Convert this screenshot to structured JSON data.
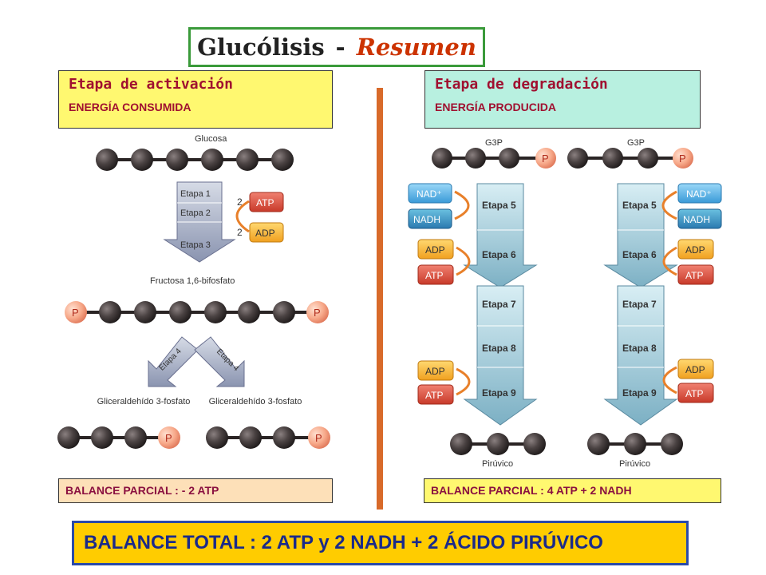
{
  "title": {
    "main": "Glucólisis",
    "dash": "-",
    "accent": "Resumen"
  },
  "activation": {
    "title": "Etapa de activación",
    "subtitle": "ENERGÍA CONSUMIDA",
    "bg": "#fff870"
  },
  "degradation": {
    "title": "Etapa de degradación",
    "subtitle": "ENERGÍA PRODUCIDA",
    "bg": "#b8f0e0"
  },
  "left_diagram": {
    "glucose": "Glucosa",
    "stages": [
      "Etapa 1",
      "Etapa 2",
      "Etapa 3"
    ],
    "atp_count": "2",
    "atp": "ATP",
    "adp_count": "2",
    "adp": "ADP",
    "fructose": "Fructosa 1,6-bifosfato",
    "phosphate": "P",
    "stage4": "Etapa 4",
    "product": "Gliceraldehído 3-fosfato"
  },
  "right_diagram": {
    "g3p": "G3P",
    "phosphate": "P",
    "nad": "NAD⁺",
    "nadh": "NADH",
    "adp": "ADP",
    "atp": "ATP",
    "stages": [
      "Etapa 5",
      "Etapa 6",
      "Etapa 7",
      "Etapa 8",
      "Etapa 9"
    ],
    "pyruvate": "Pirúvico"
  },
  "balance_left": {
    "text": "BALANCE PARCIAL : - 2 ATP",
    "bg": "#fde0b8"
  },
  "balance_right": {
    "text": "BALANCE PARCIAL : 4 ATP + 2 NADH",
    "bg": "#fff870"
  },
  "balance_total": {
    "text": "BALANCE TOTAL : 2 ATP y  2 NADH + 2 ÁCIDO PIRÚVICO"
  }
}
